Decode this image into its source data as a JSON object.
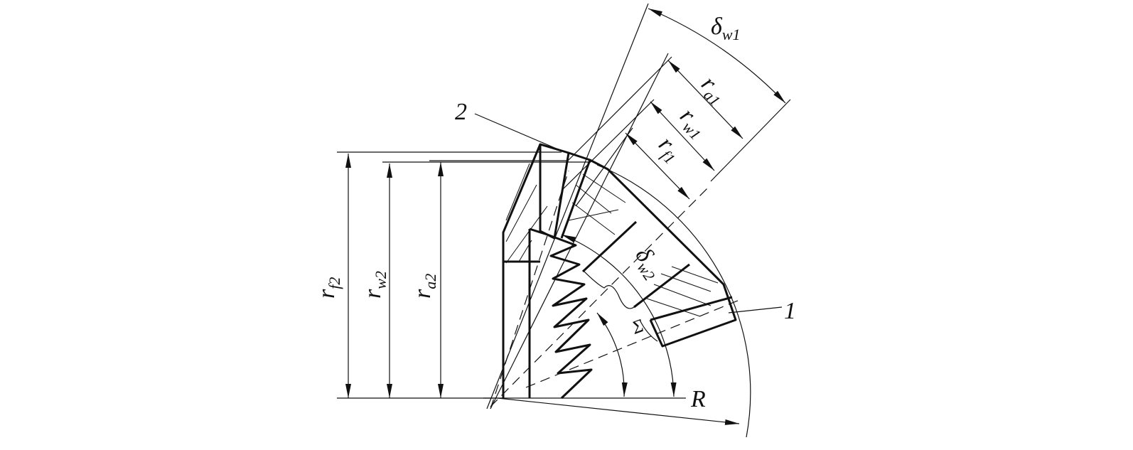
{
  "diagram": {
    "labels": {
      "delta_w1": {
        "main": "δ",
        "sub": "w1"
      },
      "r_a1": {
        "main": "r",
        "sub": "a1"
      },
      "r_w1": {
        "main": "r",
        "sub": "w1"
      },
      "r_f1": {
        "main": "r",
        "sub": "f1"
      },
      "part_2": "2",
      "part_1": "1",
      "r_f2": {
        "main": "r",
        "sub": "f2"
      },
      "r_w2": {
        "main": "r",
        "sub": "w2"
      },
      "r_a2": {
        "main": "r",
        "sub": "a2"
      },
      "delta_w2": {
        "main": "δ",
        "sub": "w2"
      },
      "sigma": "Σ",
      "R": "R"
    },
    "colors": {
      "ink": "#111111",
      "background": "#ffffff"
    }
  }
}
